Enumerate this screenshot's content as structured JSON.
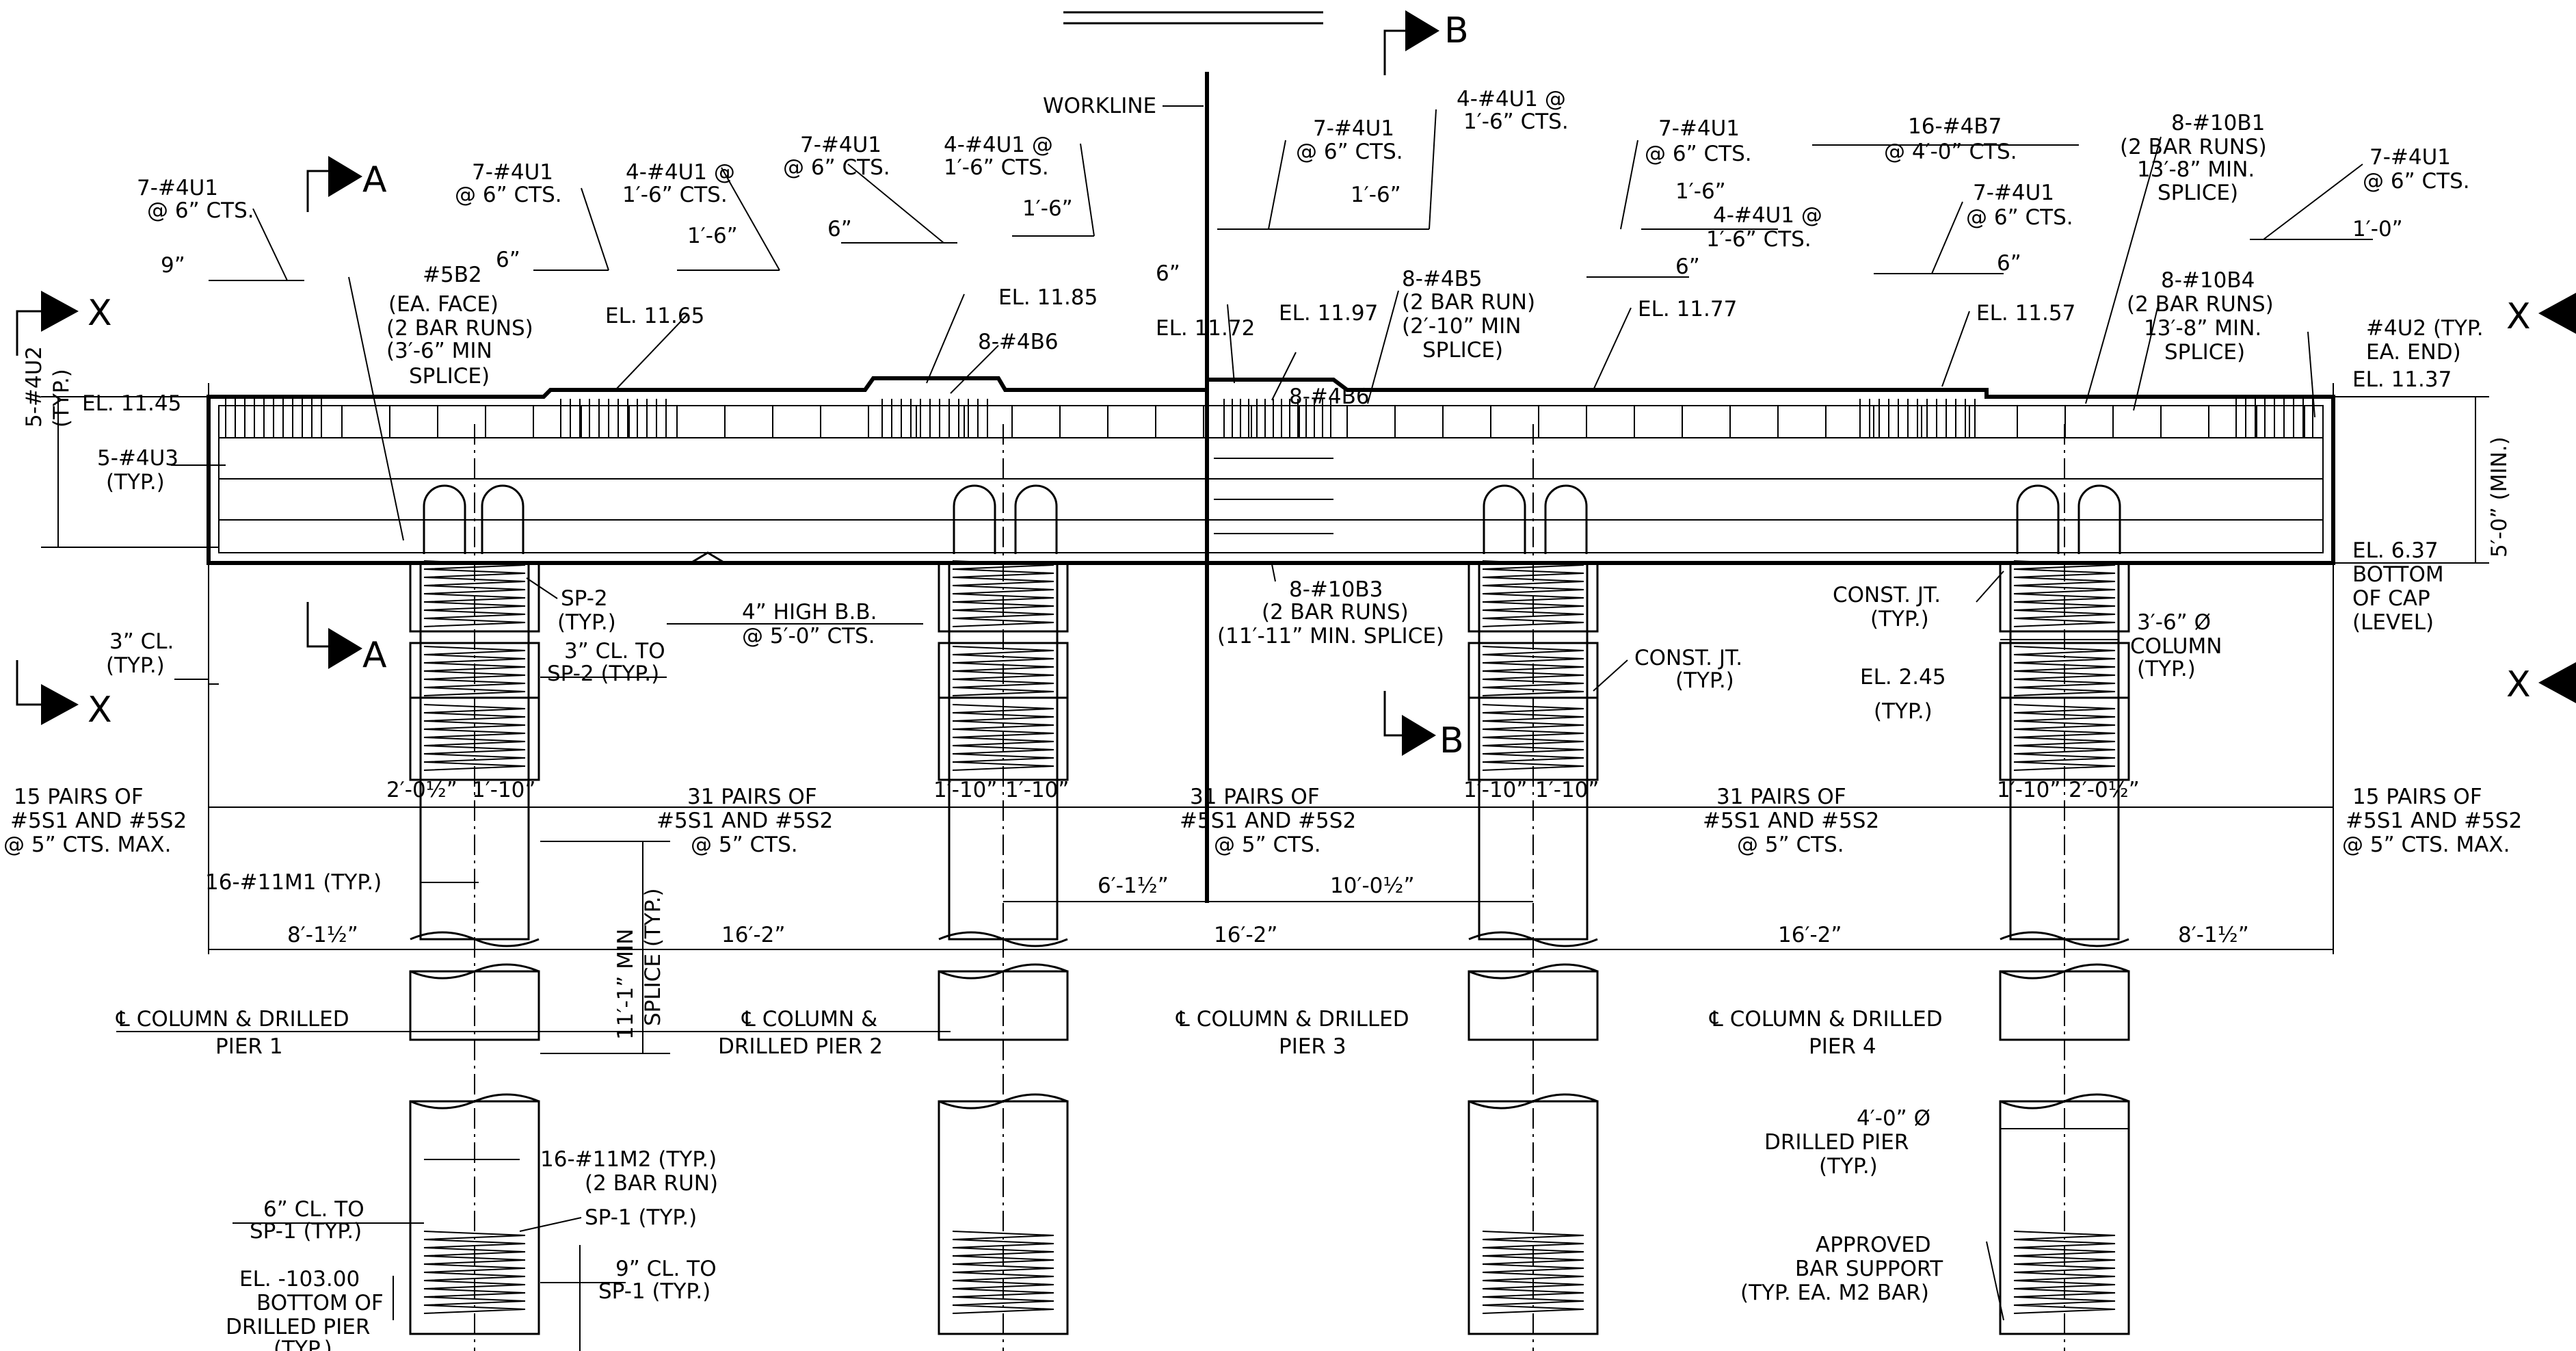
{
  "section_marks": [
    {
      "letter": "A"
    },
    {
      "letter": "A"
    },
    {
      "letter": "B"
    },
    {
      "letter": "B"
    },
    {
      "letter": "X"
    },
    {
      "letter": "X"
    },
    {
      "letter": "X"
    },
    {
      "letter": "X"
    }
  ],
  "elevations": {
    "el_11_45": "EL. 11.45",
    "el_11_65": "EL. 11.65",
    "el_11_85": "EL. 11.85",
    "el_11_72": "EL. 11.72",
    "el_11_97": "EL. 11.97",
    "el_11_77": "EL. 11.77",
    "el_11_57": "EL. 11.57",
    "el_11_37": "EL. 11.37",
    "el_6_37": "EL. 6.37",
    "bottom_cap_1": "BOTTOM",
    "bottom_cap_2": "OF CAP",
    "bottom_cap_3": "(LEVEL)",
    "el_2_45": "EL. 2.45",
    "el_2_45_typ": "(TYP.)",
    "el_neg103_1": "EL. -103.00",
    "el_neg103_2": "BOTTOM OF",
    "el_neg103_3": "DRILLED PIER",
    "el_neg103_4": "(TYP.)"
  },
  "notes": {
    "workline": "WORKLINE",
    "n_7_4u1_a1": "7-#4U1",
    "n_7_4u1_a2": "@ 6” CTS.",
    "n_7_4u1_b1": "7-#4U1",
    "n_7_4u1_b2": "@ 6” CTS.",
    "n_4_4u1_a1": "4-#4U1 @",
    "n_4_4u1_a2": "1′-6” CTS.",
    "n_7_4u1_c1": "7-#4U1",
    "n_7_4u1_c2": "@ 6” CTS.",
    "n_4_4u1_b1": "4-#4U1 @",
    "n_4_4u1_b2": "1′-6” CTS.",
    "n_7_4u1_d1": "7-#4U1",
    "n_7_4u1_d2": "@ 6” CTS.",
    "n_4_4u1_c1": "4-#4U1 @",
    "n_4_4u1_c2": "1′-6” CTS.",
    "n_7_4u1_e1": "7-#4U1",
    "n_7_4u1_e2": "@ 6” CTS.",
    "n_16_4b7_1": "16-#4B7",
    "n_16_4b7_2": "@ 4′-0” CTS.",
    "n_7_4u1_f1": "7-#4U1",
    "n_7_4u1_f2": "@ 6” CTS.",
    "n_4_4u1_d1": "4-#4U1 @",
    "n_4_4u1_d2": "1′-6” CTS.",
    "n_8_10b1_1": "8-#10B1",
    "n_8_10b1_2": "(2 BAR RUNS)",
    "n_8_10b1_3": "13′-8” MIN.",
    "n_8_10b1_4": "SPLICE)",
    "n_7_4u1_g1": "7-#4U1",
    "n_7_4u1_g2": "@ 6” CTS.",
    "n_5b2_1": "#5B2",
    "n_5b2_2": "(EA. FACE)",
    "n_5b2_3": "(2 BAR RUNS)",
    "n_5b2_4": "(3′-6” MIN",
    "n_5b2_5": "SPLICE)",
    "n_8_4b6_a": "8-#4B6",
    "n_8_4b6_b": "8-#4B6",
    "n_8_4b5_1": "8-#4B5",
    "n_8_4b5_2": "(2 BAR RUN)",
    "n_8_4b5_3": "(2′-10” MIN",
    "n_8_4b5_4": "SPLICE)",
    "n_8_10b4_1": "8-#10B4",
    "n_8_10b4_2": "(2 BAR RUNS)",
    "n_8_10b4_3": "13′-8” MIN.",
    "n_8_10b4_4": "SPLICE)",
    "n_4u2_1": "#4U2 (TYP.",
    "n_4u2_2": "EA. END)",
    "n_5_4u2_1": "5-#4U2",
    "n_5_4u2_2": "(TYP.)",
    "n_5_4u3_1": "5-#4U3",
    "n_5_4u3_2": "(TYP.)",
    "n_sp2_1": "SP-2",
    "n_sp2_2": "(TYP.)",
    "n_bb_1": "4” HIGH B.B.",
    "n_bb_2": "@ 5′-0” CTS.",
    "n_3cl_1": "3” CL.",
    "n_3cl_2": "(TYP.)",
    "n_3cl_sp2_1": "3” CL. TO",
    "n_3cl_sp2_2": "SP-2 (TYP.)",
    "n_8_10b3_1": "8-#10B3",
    "n_8_10b3_2": "(2 BAR RUNS)",
    "n_8_10b3_3": "(11′-11” MIN. SPLICE)",
    "n_cj_a1": "CONST. JT.",
    "n_cj_a2": "(TYP.)",
    "n_cj_b1": "CONST. JT.",
    "n_cj_b2": "(TYP.)",
    "n_col_1": "3′-6” Ø",
    "n_col_2": "COLUMN",
    "n_col_3": "(TYP.)",
    "n_5min_1": "5′-0” (MIN.)",
    "n_pairs_a1": "15 PAIRS OF",
    "n_pairs_a2": "#5S1 AND #5S2",
    "n_pairs_a3": "@ 5” CTS. MAX.",
    "n_pairs_b1": "31 PAIRS OF",
    "n_pairs_b2": "#5S1 AND #5S2",
    "n_pairs_b3": "@ 5” CTS.",
    "n_pairs_c1": "31 PAIRS OF",
    "n_pairs_c2": "#5S1 AND #5S2",
    "n_pairs_c3": "@ 5” CTS.",
    "n_pairs_d1": "31 PAIRS OF",
    "n_pairs_d2": "#5S1 AND #5S2",
    "n_pairs_d3": "@ 5” CTS.",
    "n_pairs_e1": "15 PAIRS OF",
    "n_pairs_e2": "#5S1 AND #5S2",
    "n_pairs_e3": "@ 5” CTS. MAX.",
    "n_11m1": "16-#11M1 (TYP.)",
    "n_splice_1": "11′-1” MIN",
    "n_splice_2": "SPLICE (TYP.)",
    "n_11m2_1": "16-#11M2 (TYP.)",
    "n_11m2_2": "(2 BAR RUN)",
    "n_sp1_a": "SP-1 (TYP.)",
    "n_6cl_1": "6” CL. TO",
    "n_6cl_2": "SP-1 (TYP.)",
    "n_9cl_1": "9” CL. TO",
    "n_9cl_2": "SP-1 (TYP.)",
    "n_dp_1": "4′-0” Ø",
    "n_dp_2": "DRILLED PIER",
    "n_dp_3": "(TYP.)",
    "n_abs_1": "APPROVED",
    "n_abs_2": "BAR SUPPORT",
    "n_abs_3": "(TYP. EA. M2 BAR)"
  },
  "piers": {
    "p1_1": "℄ COLUMN & DRILLED",
    "p1_2": "PIER 1",
    "p2_1": "℄ COLUMN &",
    "p2_2": "DRILLED PIER 2",
    "p3_1": "℄ COLUMN & DRILLED",
    "p3_2": "PIER 3",
    "p4_1": "℄ COLUMN & DRILLED",
    "p4_2": "PIER 4"
  },
  "dims": {
    "d_9": "9”",
    "d_6a": "6”",
    "d_1_6a": "1′-6”",
    "d_6b": "6”",
    "d_1_6b": "1′-6”",
    "d_6c": "6”",
    "d_1_6c": "1′-6”",
    "d_1_6d": "1′-6”",
    "d_6d": "6”",
    "d_6e": "6”",
    "d_1_0": "1′-0”",
    "d_2_0h_a": "2′-0½”",
    "d_1_10a": "1′-10”",
    "d_1_10b": "1′-10”",
    "d_1_10c": "1′-10”",
    "d_1_10d": "1′-10”",
    "d_1_10e": "1′-10”",
    "d_1_10f": "1′-10”",
    "d_2_0h_b": "2′-0½”",
    "d_6_1h": "6′-1½”",
    "d_10_0h": "10′-0½”",
    "d_8_1h_a": "8′-1½”",
    "d_16_2a": "16′-2”",
    "d_16_2b": "16′-2”",
    "d_16_2c": "16′-2”",
    "d_8_1h_b": "8′-1½”"
  }
}
